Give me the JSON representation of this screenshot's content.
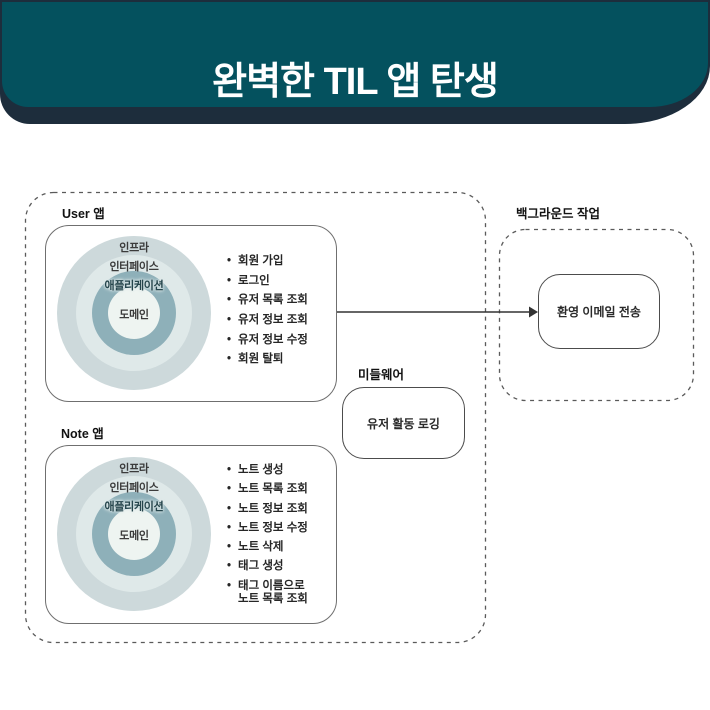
{
  "header": {
    "title": "완벽한 TIL 앱 탄생"
  },
  "sections": {
    "user_app": {
      "label": "User 앱",
      "rings": [
        "인프라",
        "인터페이스",
        "애플리케이션",
        "도메인"
      ],
      "features": [
        "회원 가입",
        "로그인",
        "유저 목록 조회",
        "유저 정보 조회",
        "유저 정보 수정",
        "회원 탈퇴"
      ]
    },
    "note_app": {
      "label": "Note 앱",
      "rings": [
        "인프라",
        "인터페이스",
        "애플리케이션",
        "도메인"
      ],
      "features": [
        "노트 생성",
        "노트 목록 조회",
        "노트 정보 조회",
        "노트 정보 수정",
        "노트 삭제",
        "태그 생성",
        "태그 이름으로\n노트 목록 조회"
      ]
    },
    "middleware": {
      "label": "미들웨어",
      "box_label": "유저 활동 로깅"
    },
    "background_jobs": {
      "label": "백그라운드 작업",
      "box_label": "환영 이메일 전송"
    }
  },
  "colors": {
    "header_teal": "#04515e",
    "header_shadow_navy": "#1d2d3c",
    "ring_infra": "#cdd9db",
    "ring_interface": "#dfe9e9",
    "ring_application": "#8eb0b9",
    "ring_domain": "#eef4f1",
    "arrow": "#333333"
  }
}
